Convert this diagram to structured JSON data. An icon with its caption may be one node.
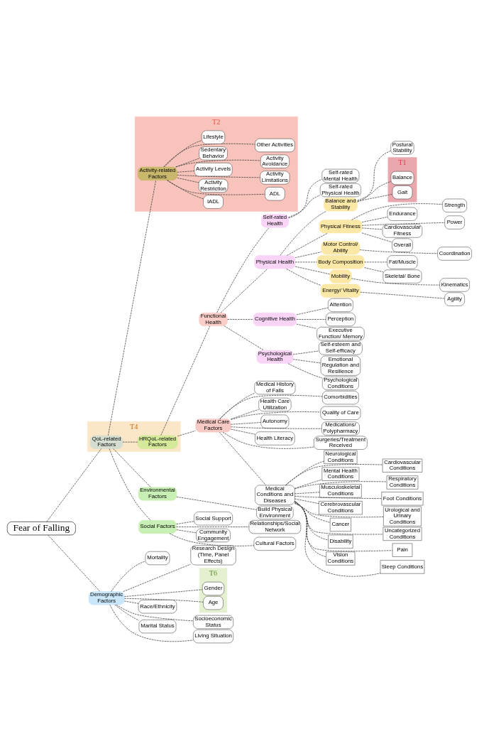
{
  "diagram": {
    "nodes": [
      {
        "text": [
          "Fear of Falling"
        ]
      },
      {
        "text": [
          "Demographic Factors"
        ]
      },
      {
        "text": [
          "T6"
        ]
      },
      {
        "text": [
          "Gender"
        ],
        "in": 2
      },
      {
        "text": [
          "Age"
        ],
        "in": 2
      },
      {
        "text": [
          "Race/Ethnicity"
        ]
      },
      {
        "text": [
          "Socioeconomic Status"
        ]
      },
      {
        "text": [
          "Marital Status"
        ]
      },
      {
        "text": [
          "Living Situation"
        ]
      },
      {
        "text": [
          "Mortality"
        ]
      },
      {
        "text": [
          "Research Design (Time, Panel Effects)"
        ]
      },
      {
        "text": [
          "T4"
        ]
      },
      {
        "text": [
          "QoL-related Factors"
        ],
        "in": 11
      },
      {
        "text": [
          "HRQoL-related Factors"
        ],
        "in": 11
      },
      {
        "text": [
          "Environmental Factors"
        ]
      },
      {
        "text": [
          "Build Physical Environment"
        ]
      },
      {
        "text": [
          "Social Factors"
        ]
      },
      {
        "text": [
          "Social Support"
        ]
      },
      {
        "text": [
          "Relationships/Social Network"
        ]
      },
      {
        "text": [
          "Community Engagement"
        ]
      },
      {
        "text": [
          "Cultural Factors"
        ]
      },
      {
        "text": [
          "T2"
        ]
      },
      {
        "text": [
          "Activity-related Factors"
        ],
        "in": 21
      },
      {
        "text": [
          "IADL"
        ],
        "in": 21
      },
      {
        "text": [
          "ADL"
        ],
        "in": 21
      },
      {
        "text": [
          "Activity Restriction"
        ],
        "in": 21
      },
      {
        "text": [
          "Activity Limitations"
        ],
        "in": 21
      },
      {
        "text": [
          "Activity Levels"
        ],
        "in": 21
      },
      {
        "text": [
          "Activity Avoidance"
        ],
        "in": 21
      },
      {
        "text": [
          "Sedentary Behavior"
        ],
        "in": 21
      },
      {
        "text": [
          "Other Activities"
        ],
        "in": 21
      },
      {
        "text": [
          "Lifestyle"
        ],
        "in": 21
      },
      {
        "text": [
          "Functional Health"
        ]
      },
      {
        "text": [
          "Physical Health"
        ]
      },
      {
        "text": [
          "Balance and Stability"
        ]
      },
      {
        "text": [
          "T1"
        ]
      },
      {
        "text": [
          "Balance"
        ],
        "in": 35
      },
      {
        "text": [
          "Gait"
        ],
        "in": 35
      },
      {
        "text": [
          "Postural Stability"
        ]
      },
      {
        "text": [
          "Physical Fitness"
        ]
      },
      {
        "text": [
          "Overall"
        ]
      },
      {
        "text": [
          "Strength"
        ]
      },
      {
        "text": [
          "Endurance"
        ]
      },
      {
        "text": [
          "Power"
        ]
      },
      {
        "text": [
          "Cardiovascular Fitness"
        ]
      },
      {
        "text": [
          "Motor Control/ Ability"
        ]
      },
      {
        "text": [
          "Coordination"
        ]
      },
      {
        "text": [
          "Body Composition"
        ]
      },
      {
        "text": [
          "Skeletal/ Bone"
        ]
      },
      {
        "text": [
          "Fat/Muscle"
        ]
      },
      {
        "text": [
          "Mobility"
        ]
      },
      {
        "text": [
          "Kinematics"
        ]
      },
      {
        "text": [
          "Energy/ Vitality"
        ]
      },
      {
        "text": [
          "Agility"
        ]
      },
      {
        "text": [
          "Cognitive Health"
        ]
      },
      {
        "text": [
          "Attention"
        ]
      },
      {
        "text": [
          "Perception"
        ]
      },
      {
        "text": [
          "Executive Function/ Memory"
        ]
      },
      {
        "text": [
          "Psychological Health"
        ]
      },
      {
        "text": [
          "Self-esteem and Self-efficacy"
        ]
      },
      {
        "text": [
          "Emotional Regulation and Resilience"
        ]
      },
      {
        "text": [
          "Psychological Conditions"
        ]
      },
      {
        "text": [
          "Self-rated Health"
        ]
      },
      {
        "text": [
          "Self-rated Mental Health"
        ]
      },
      {
        "text": [
          "Self-rated Physical Health"
        ]
      },
      {
        "text": [
          "Medical Care Factors"
        ]
      },
      {
        "text": [
          "Medical Conditions and Diseases"
        ]
      },
      {
        "text": [
          "Neurological Conditions"
        ]
      },
      {
        "text": [
          "Cardiovascular Conditions"
        ]
      },
      {
        "text": [
          "Mental Health Conditions"
        ]
      },
      {
        "text": [
          "Respiratory Conditions"
        ]
      },
      {
        "text": [
          "Musculoskeletal Conditions"
        ]
      },
      {
        "text": [
          "Foot Conditions"
        ]
      },
      {
        "text": [
          "Cerebrovascular Conditions"
        ]
      },
      {
        "text": [
          "Urological and Urinary Conditions"
        ]
      },
      {
        "text": [
          "Cancer"
        ]
      },
      {
        "text": [
          "Uncategorized Conditions"
        ]
      },
      {
        "text": [
          "Disability"
        ]
      },
      {
        "text": [
          "Pain"
        ]
      },
      {
        "text": [
          "Vision Conditions"
        ]
      },
      {
        "text": [
          "Sleep Conditions"
        ]
      },
      {
        "text": [
          "Medical History of Falls"
        ]
      },
      {
        "text": [
          "Comorbidities"
        ]
      },
      {
        "text": [
          "Health Care Utilization"
        ]
      },
      {
        "text": [
          "Quality of Care"
        ]
      },
      {
        "text": [
          "Autonomy"
        ]
      },
      {
        "text": [
          "Medications/ Polypharmacy"
        ]
      },
      {
        "text": [
          "Health Literacy"
        ]
      },
      {
        "text": [
          "Surgeries/Treatment Received"
        ]
      }
    ],
    "edges": [
      {
        "from": 0,
        "to": 1,
        "arrow": "none"
      },
      {
        "from": 0,
        "to": 12,
        "arrow": "none"
      },
      {
        "from": 1,
        "to": 3,
        "arrow": "none"
      },
      {
        "from": 1,
        "to": 4,
        "arrow": "none"
      },
      {
        "from": 1,
        "to": 5,
        "arrow": "none"
      },
      {
        "from": 1,
        "to": 6,
        "arrow": "none"
      },
      {
        "from": 1,
        "to": 7,
        "arrow": "none"
      },
      {
        "from": 1,
        "to": 8,
        "arrow": "none"
      },
      {
        "from": 1,
        "to": 9,
        "arrow": "none"
      },
      {
        "from": 1,
        "to": 10,
        "arrow": "none"
      },
      {
        "from": 12,
        "to": 13,
        "arrow": "none"
      },
      {
        "from": 12,
        "to": 14,
        "arrow": "none"
      },
      {
        "from": 12,
        "to": 16,
        "arrow": "none"
      },
      {
        "from": 12,
        "to": 22,
        "arrow": "none"
      },
      {
        "from": 14,
        "to": 15,
        "arrow": "none"
      },
      {
        "from": 16,
        "to": 17,
        "arrow": "none"
      },
      {
        "from": 16,
        "to": 18,
        "arrow": "none"
      },
      {
        "from": 16,
        "to": 19,
        "arrow": "none"
      },
      {
        "from": 16,
        "to": 20,
        "arrow": "none"
      },
      {
        "from": 22,
        "to": 23,
        "arrow": "none"
      },
      {
        "from": 22,
        "to": 24,
        "arrow": "none"
      },
      {
        "from": 22,
        "to": 25,
        "arrow": "none"
      },
      {
        "from": 22,
        "to": 26,
        "arrow": "none"
      },
      {
        "from": 22,
        "to": 27,
        "arrow": "none"
      },
      {
        "from": 22,
        "to": 28,
        "arrow": "none"
      },
      {
        "from": 22,
        "to": 29,
        "arrow": "none"
      },
      {
        "from": 22,
        "to": 30,
        "arrow": "none"
      },
      {
        "from": 22,
        "to": 31,
        "arrow": "none"
      },
      {
        "from": 13,
        "to": 32,
        "arrow": "none"
      },
      {
        "from": 13,
        "to": 65,
        "arrow": "none"
      },
      {
        "from": 32,
        "to": 33,
        "arrow": "none"
      },
      {
        "from": 32,
        "to": 54,
        "arrow": "none"
      },
      {
        "from": 32,
        "to": 58,
        "arrow": "none"
      },
      {
        "from": 32,
        "to": 62,
        "arrow": "none"
      },
      {
        "from": 33,
        "to": 34,
        "arrow": "none"
      },
      {
        "from": 33,
        "to": 39,
        "arrow": "none"
      },
      {
        "from": 33,
        "to": 45,
        "arrow": "none"
      },
      {
        "from": 33,
        "to": 47,
        "arrow": "none"
      },
      {
        "from": 33,
        "to": 50,
        "arrow": "none"
      },
      {
        "from": 33,
        "to": 52,
        "arrow": "none"
      },
      {
        "from": 34,
        "to": 38,
        "arrow": "none"
      },
      {
        "from": 34,
        "to": 36,
        "arrow": "none"
      },
      {
        "from": 34,
        "to": 37,
        "arrow": "none"
      },
      {
        "from": 39,
        "to": 40,
        "arrow": "none"
      },
      {
        "from": 39,
        "to": 41,
        "arrow": "none"
      },
      {
        "from": 39,
        "to": 42,
        "arrow": "none"
      },
      {
        "from": 39,
        "to": 43,
        "arrow": "none"
      },
      {
        "from": 39,
        "to": 44,
        "arrow": "none"
      },
      {
        "from": 45,
        "to": 46,
        "arrow": "none"
      },
      {
        "from": 47,
        "to": 48,
        "arrow": "none"
      },
      {
        "from": 47,
        "to": 49,
        "arrow": "none"
      },
      {
        "from": 50,
        "to": 51,
        "arrow": "none"
      },
      {
        "from": 52,
        "to": 53,
        "arrow": "none"
      },
      {
        "from": 54,
        "to": 55,
        "arrow": "none"
      },
      {
        "from": 54,
        "to": 56,
        "arrow": "none"
      },
      {
        "from": 54,
        "to": 57,
        "arrow": "none"
      },
      {
        "from": 58,
        "to": 59,
        "arrow": "none"
      },
      {
        "from": 58,
        "to": 60,
        "arrow": "none"
      },
      {
        "from": 58,
        "to": 61,
        "arrow": "none"
      },
      {
        "from": 62,
        "to": 63,
        "arrow": "none"
      },
      {
        "from": 62,
        "to": 64,
        "arrow": "none"
      },
      {
        "from": 65,
        "to": 66,
        "arrow": "none"
      },
      {
        "from": 66,
        "to": 67,
        "arrow": "none"
      },
      {
        "from": 66,
        "to": 68,
        "arrow": "none"
      },
      {
        "from": 66,
        "to": 69,
        "arrow": "none"
      },
      {
        "from": 66,
        "to": 70,
        "arrow": "none"
      },
      {
        "from": 66,
        "to": 71,
        "arrow": "none"
      },
      {
        "from": 66,
        "to": 72,
        "arrow": "none"
      },
      {
        "from": 66,
        "to": 73,
        "arrow": "none"
      },
      {
        "from": 66,
        "to": 74,
        "arrow": "none"
      },
      {
        "from": 66,
        "to": 75,
        "arrow": "none"
      },
      {
        "from": 66,
        "to": 76,
        "arrow": "none"
      },
      {
        "from": 66,
        "to": 77,
        "arrow": "none"
      },
      {
        "from": 66,
        "to": 78,
        "arrow": "none"
      },
      {
        "from": 66,
        "to": 79,
        "arrow": "none"
      },
      {
        "from": 66,
        "to": 80,
        "arrow": "none"
      },
      {
        "from": 65,
        "to": 81,
        "arrow": "none"
      },
      {
        "from": 65,
        "to": 82,
        "arrow": "none"
      },
      {
        "from": 65,
        "to": 83,
        "arrow": "none"
      },
      {
        "from": 65,
        "to": 84,
        "arrow": "none"
      },
      {
        "from": 65,
        "to": 85,
        "arrow": "none"
      },
      {
        "from": 65,
        "to": 86,
        "arrow": "none"
      },
      {
        "from": 65,
        "to": 87,
        "arrow": "none"
      },
      {
        "from": 65,
        "to": 88,
        "arrow": "none"
      }
    ]
  }
}
